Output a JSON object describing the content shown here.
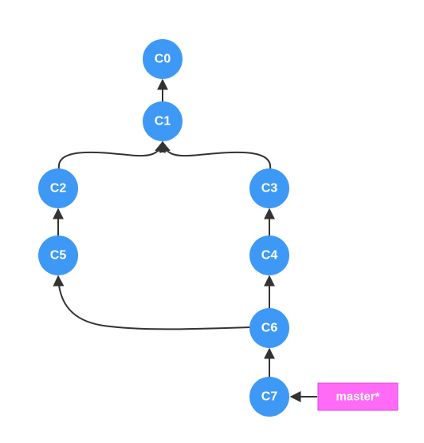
{
  "colors": {
    "node_fill": "#3d99f5",
    "edge_stroke": "#333333",
    "branch_tag_fill": "#ff6bf7",
    "text_on_fill": "#ffffff"
  },
  "commits": [
    {
      "id": "C0",
      "label": "C0"
    },
    {
      "id": "C1",
      "label": "C1"
    },
    {
      "id": "C2",
      "label": "C2"
    },
    {
      "id": "C3",
      "label": "C3"
    },
    {
      "id": "C5",
      "label": "C5"
    },
    {
      "id": "C4",
      "label": "C4"
    },
    {
      "id": "C6",
      "label": "C6"
    },
    {
      "id": "C7",
      "label": "C7"
    }
  ],
  "edges": [
    {
      "from": "C1",
      "to": "C0"
    },
    {
      "from": "C2",
      "to": "C1"
    },
    {
      "from": "C3",
      "to": "C1"
    },
    {
      "from": "C5",
      "to": "C2"
    },
    {
      "from": "C4",
      "to": "C3"
    },
    {
      "from": "C6",
      "to": "C4"
    },
    {
      "from": "C6",
      "to": "C5"
    },
    {
      "from": "C7",
      "to": "C6"
    }
  ],
  "branch_pointer": {
    "label": "master*",
    "points_to": "C7"
  }
}
